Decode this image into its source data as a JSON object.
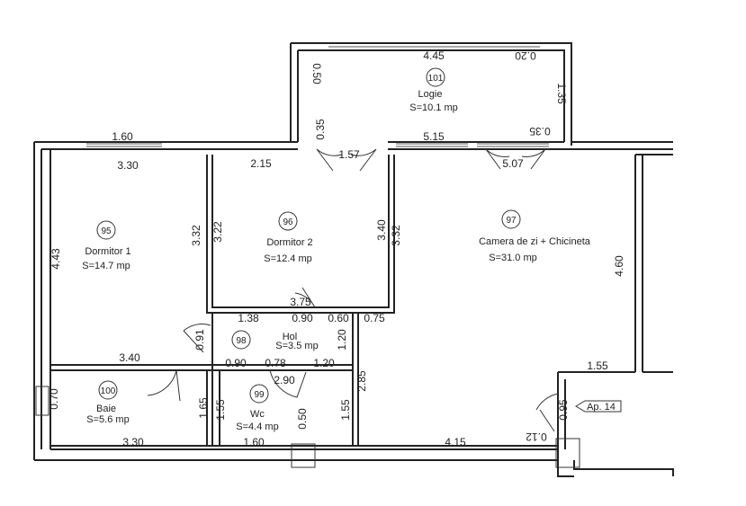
{
  "rooms": {
    "logie": {
      "number": "101",
      "name": "Logie",
      "area": "S=10.1 mp"
    },
    "dormitor1": {
      "number": "95",
      "name": "Dormitor 1",
      "area": "S=14.7 mp"
    },
    "dormitor2": {
      "number": "96",
      "name": "Dormitor 2",
      "area": "S=12.4 mp"
    },
    "camera": {
      "number": "97",
      "name": "Camera de zi + Chicineta",
      "area": "S=31.0 mp"
    },
    "hol": {
      "number": "98",
      "name": "Hol",
      "area": "S=3.5 mp"
    },
    "baie": {
      "number": "100",
      "name": "Baie",
      "area": "S=5.6 mp"
    },
    "wc": {
      "number": "99",
      "name": "Wc",
      "area": "S=4.4 mp"
    }
  },
  "apartment_label": "Ap. 14",
  "dimensions": {
    "logie_top": "4.45",
    "logie_top_right": "0.20",
    "logie_left": "0.50",
    "logie_right": "1.35",
    "logie_lower_left": "0.35",
    "logie_bottom": "5.15",
    "logie_bottom_right": "0.35",
    "d1_top_outer": "1.60",
    "d1_top": "3.30",
    "d1_left": "4.43",
    "d1_right": "3.32",
    "d2_top": "2.15",
    "d2_door": "1.57",
    "d2_left": "3.22",
    "d2_right_inner": "3.40",
    "d2_right": "3.32",
    "d2_bottom": "3.75",
    "cam_door": "5.07",
    "cam_right": "4.60",
    "cam_step": "1.55",
    "hol_top_a": "1.38",
    "hol_top_b": "0.90",
    "hol_top_c": "0.60",
    "hol_top_d": "0.75",
    "hol_left": "0.91",
    "hol_right": "1.20",
    "hol_bottom_a": "0.90",
    "hol_bottom_b": "0.78",
    "hol_bottom_c": "1.20",
    "baie_top": "3.40",
    "baie_left": "0.70",
    "baie_right": "1.65",
    "baie_bottom": "3.30",
    "wc_top": "2.90",
    "wc_left": "1.55",
    "wc_right": "1.55",
    "wc_inner": "0.50",
    "wc_bottom": "1.60",
    "wc_side": "2.85",
    "entry_door": "0.95",
    "bottom_right": "4.15",
    "bottom_right_end": "0.12"
  }
}
